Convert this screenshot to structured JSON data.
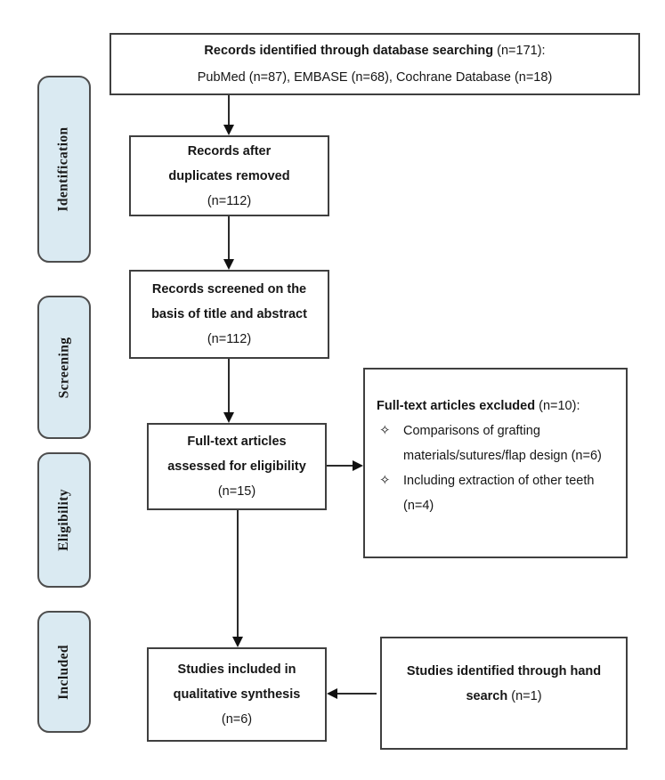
{
  "sidebar": {
    "stages": [
      {
        "label": "Identification"
      },
      {
        "label": "Screening"
      },
      {
        "label": "Eligibility"
      },
      {
        "label": "Included"
      }
    ]
  },
  "flow": {
    "identified": {
      "line1_bold": "Records identified through database searching",
      "line1_rest": " (n=171):",
      "line2": "PubMed (n=87), EMBASE (n=68), Cochrane Database (n=18)"
    },
    "duplicates": {
      "line1": "Records after",
      "line2": "duplicates removed",
      "count": "(n=112)"
    },
    "screened": {
      "line1": "Records screened on the",
      "line2": "basis of title and abstract",
      "count": "(n=112)"
    },
    "fulltext": {
      "line1": "Full-text articles",
      "line2": "assessed for eligibility",
      "count": "(n=15)"
    },
    "excluded": {
      "title_bold": "Full-text articles excluded",
      "title_rest": " (n=10):",
      "bullet_icon": "✧",
      "items": [
        {
          "text": "Comparisons of grafting materials/sutures/flap design (n=6)"
        },
        {
          "text": "Including extraction of other teeth (n=4)"
        }
      ]
    },
    "included": {
      "line1": "Studies included in",
      "line2": "qualitative synthesis",
      "count": "(n=6)"
    },
    "handsearch": {
      "line_bold": "Studies identified through hand search",
      "count_rest": " (n=1)"
    }
  }
}
